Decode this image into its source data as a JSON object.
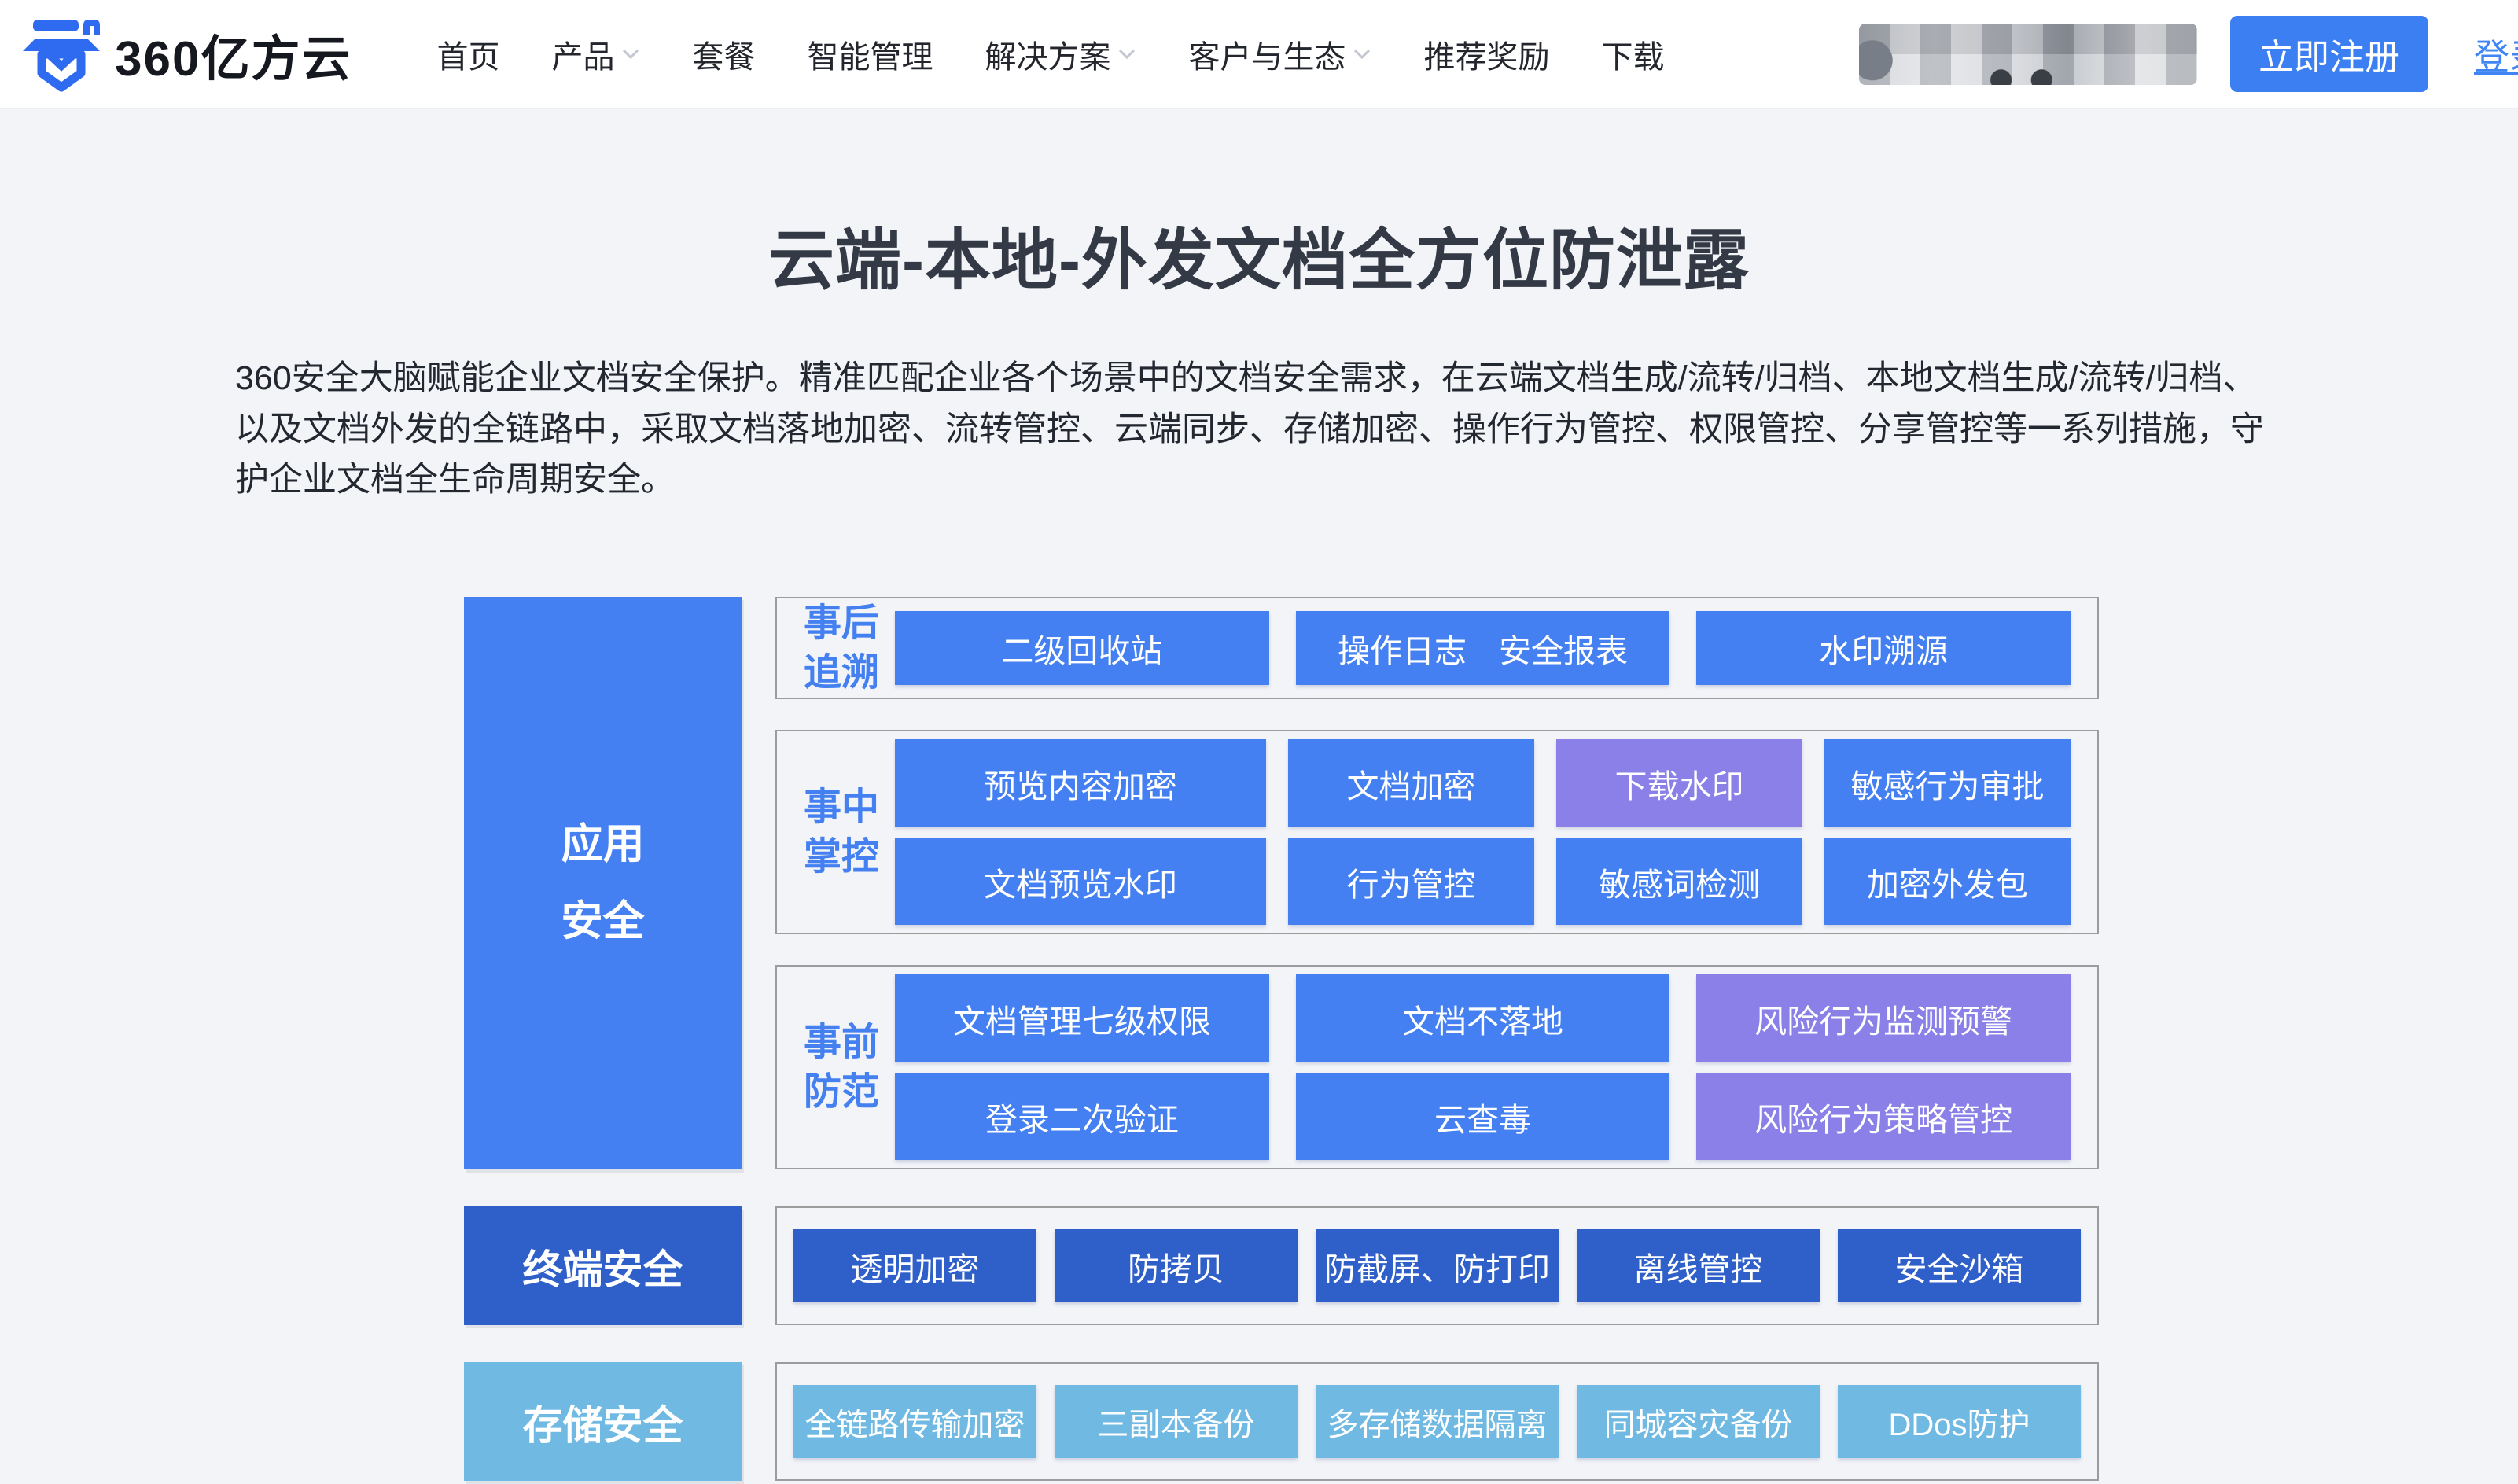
{
  "header": {
    "brand": "360亿方云",
    "nav": [
      {
        "label": "首页",
        "dropdown": false
      },
      {
        "label": "产品",
        "dropdown": true
      },
      {
        "label": "套餐",
        "dropdown": false
      },
      {
        "label": "智能管理",
        "dropdown": false
      },
      {
        "label": "解决方案",
        "dropdown": true
      },
      {
        "label": "客户与生态",
        "dropdown": true
      },
      {
        "label": "推荐奖励",
        "dropdown": false
      },
      {
        "label": "下载",
        "dropdown": false
      }
    ],
    "phone_area": "censored-mosaic",
    "register_label": "立即注册",
    "login_label": "登录"
  },
  "hero": {
    "title": "云端-本地-外发文档全方位防泄露",
    "description": "360安全大脑赋能企业文档安全保护。精准匹配企业各个场景中的文档安全需求，在云端文档生成/流转/归档、本地文档生成/流转/归档、以及文档外发的全链路中，采取文档落地加密、流转管控、云端同步、存储加密、操作行为管控、权限管控、分享管控等一系列措施，守护企业文档全生命周期安全。"
  },
  "matrix": {
    "app": {
      "category": "应用安全",
      "groups": [
        {
          "label": "事后追溯",
          "rows": [
            [
              {
                "label": "二级回收站"
              },
              {
                "label": "操作日志　安全报表"
              },
              {
                "label": "水印溯源"
              }
            ]
          ]
        },
        {
          "label": "事中掌控",
          "rows": [
            [
              {
                "label": "预览内容加密"
              },
              {
                "label": "文档加密"
              },
              {
                "label": "下载水印",
                "variant": "purple"
              },
              {
                "label": "敏感行为审批"
              }
            ],
            [
              {
                "label": "文档预览水印"
              },
              {
                "label": "行为管控"
              },
              {
                "label": "敏感词检测"
              },
              {
                "label": "加密外发包"
              }
            ]
          ]
        },
        {
          "label": "事前防范",
          "rows": [
            [
              {
                "label": "文档管理七级权限"
              },
              {
                "label": "文档不落地"
              },
              {
                "label": "风险行为监测预警",
                "variant": "purple"
              }
            ],
            [
              {
                "label": "登录二次验证"
              },
              {
                "label": "云查毒"
              },
              {
                "label": "风险行为策略管控",
                "variant": "purple"
              }
            ]
          ]
        }
      ]
    },
    "terminal": {
      "category": "终端安全",
      "items": [
        {
          "label": "透明加密"
        },
        {
          "label": "防拷贝"
        },
        {
          "label": "防截屏、防打印"
        },
        {
          "label": "离线管控"
        },
        {
          "label": "安全沙箱"
        }
      ]
    },
    "storage": {
      "category": "存储安全",
      "items": [
        {
          "label": "全链路传输加密"
        },
        {
          "label": "三副本备份"
        },
        {
          "label": "多存储数据隔离"
        },
        {
          "label": "同城容灾备份"
        },
        {
          "label": "DDos防护"
        }
      ]
    }
  },
  "colors": {
    "primary_blue": "#4480f2",
    "purple": "#8a80e8",
    "dark_blue": "#2f5fc9",
    "light_blue": "#6fb9e2",
    "label_blue": "#4580f0",
    "register_blue": "#3b7ff3",
    "page_bg": "#f2f4f8",
    "group_border": "#9c9c9c"
  }
}
